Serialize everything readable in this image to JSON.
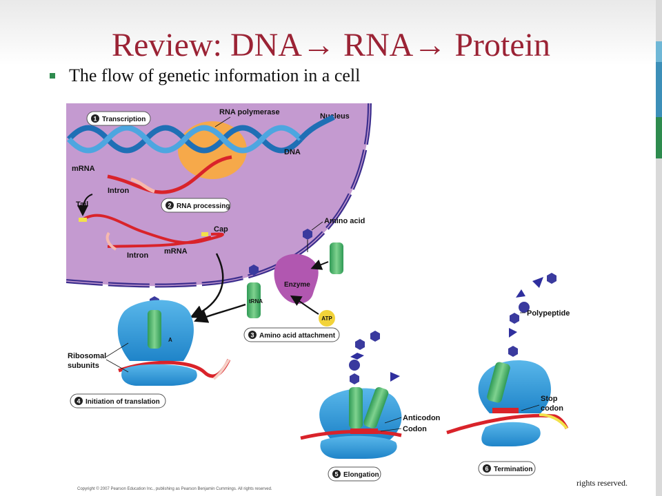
{
  "slide": {
    "title": "Review: DNA→ RNA→ Protein",
    "bullet": "The flow of genetic information in a cell",
    "copyright": "Copyright © 2007 Pearson Education Inc., publishing as Pearson Benjamin Cummings. All rights reserved.",
    "rights_reserved": "rights reserved.",
    "accent_color": "#9b2335",
    "bullet_color": "#2e8b4e"
  },
  "diagram": {
    "labels": {
      "nucleus": "Nucleus",
      "rna_polymerase": "RNA polymerase",
      "dna": "DNA",
      "mrna_1": "mRNA",
      "intron_1": "Intron",
      "tail": "Tail",
      "cap": "Cap",
      "mrna_2": "mRNA",
      "intron_2": "Intron",
      "amino_acid": "Amino acid",
      "enzyme": "Enzyme",
      "trna": "tRNA",
      "atp": "ATP",
      "ribosomal_subunits_1": "Ribosomal",
      "ribosomal_subunits_2": "subunits",
      "site_a": "A",
      "anticodon": "Anticodon",
      "codon": "Codon",
      "polypeptide": "Polypeptide",
      "stop_codon_1": "Stop",
      "stop_codon_2": "codon"
    },
    "steps": [
      {
        "num": "1",
        "label": "Transcription"
      },
      {
        "num": "2",
        "label": "RNA processing"
      },
      {
        "num": "3",
        "label": "Amino acid attachment"
      },
      {
        "num": "4",
        "label": "Initiation of translation"
      },
      {
        "num": "5",
        "label": "Elongation"
      },
      {
        "num": "6",
        "label": "Termination"
      }
    ]
  }
}
